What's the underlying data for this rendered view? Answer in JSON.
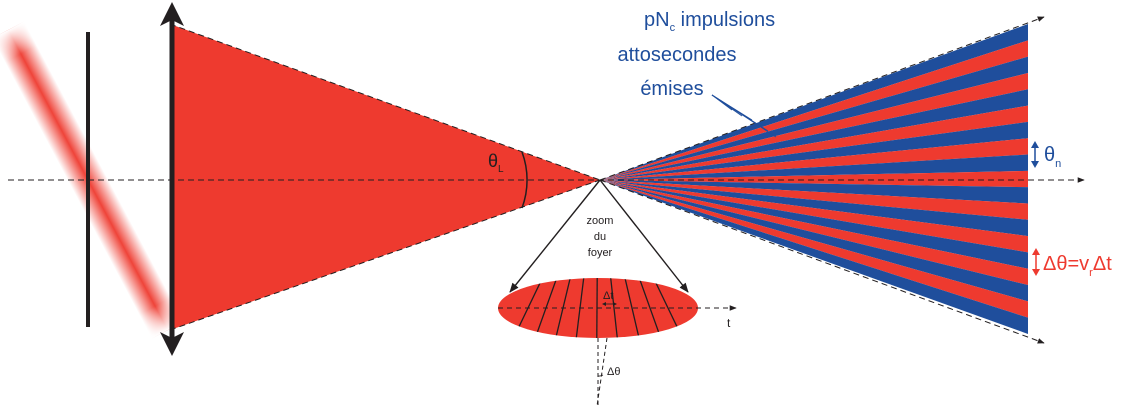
{
  "labels": {
    "theta_L": "θ",
    "theta_L_sub": "L",
    "zoom_line1": "zoom",
    "zoom_line2": "du",
    "zoom_line3": "foyer",
    "delta_t": "Δt",
    "t_axis": "t",
    "delta_theta_small": "Δθ",
    "pulses_line1_a": "pN",
    "pulses_line1_sub": "c",
    "pulses_line1_b": " impulsions",
    "pulses_line2": "attosecondes",
    "pulses_line3": "émises",
    "theta_n": "θ",
    "theta_n_sub": "n",
    "delta_theta_eq_a": "Δθ=v",
    "delta_theta_eq_sub": "r",
    "delta_theta_eq_b": "Δt"
  },
  "colors": {
    "red": "#ee3a2f",
    "blue": "#1f4e9c",
    "black": "#231f20"
  },
  "wavefront": {
    "stripe_count": 19
  }
}
